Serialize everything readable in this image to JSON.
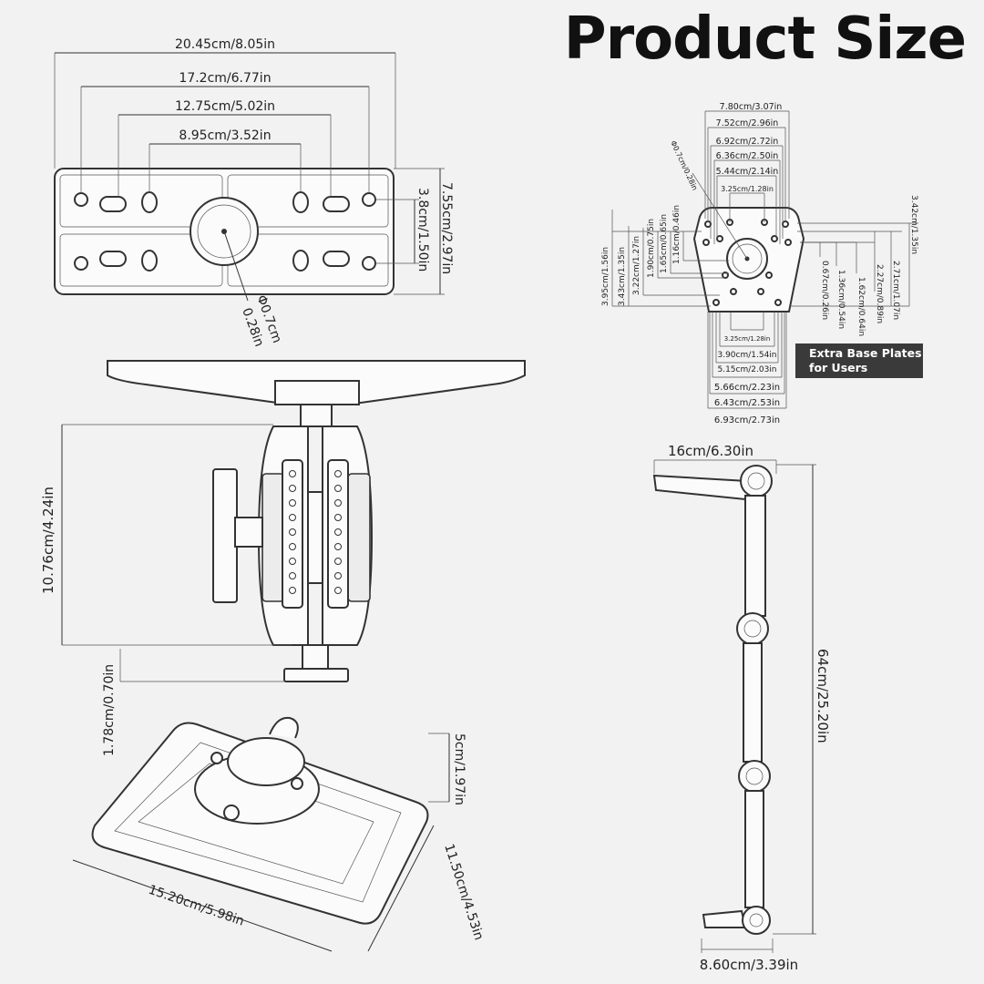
{
  "title": "Product Size",
  "badge": "Extra Base Plates\nfor Users",
  "top_plate": {
    "w1": "20.45cm/8.05in",
    "w2": "17.2cm/6.77in",
    "w3": "12.75cm/5.02in",
    "w4": "8.95cm/3.52in",
    "h1": "7.55cm/2.97in",
    "h2": "3.8cm/1.50in",
    "hole1": "Φ0.7cm",
    "hole2": "0.28in"
  },
  "small_plate": {
    "top": [
      "7.80cm/3.07in",
      "7.52cm/2.96in",
      "6.92cm/2.72in",
      "6.36cm/2.50in",
      "5.44cm/2.14in",
      "3.25cm/1.28in"
    ],
    "hole": "Φ0.7cm/0.28in",
    "left": [
      "3.95cm/1.56in",
      "3.43cm/1.35in",
      "3.22cm/1.27in",
      "1.90cm/0.75in",
      "1.65cm/0.65in",
      "1.16cm/0.46in"
    ],
    "right": [
      "0.67cm/0.26in",
      "1.36cm/0.54in",
      "1.62cm/0.64in",
      "2.27cm/0.89in",
      "2.71cm/1.07in",
      "3.42cm/1.35in"
    ],
    "bottom": [
      "3.25cm/1.28in",
      "3.90cm/1.54in",
      "5.15cm/2.03in",
      "5.66cm/2.23in",
      "6.43cm/2.53in",
      "6.93cm/2.73in"
    ]
  },
  "mount": {
    "height": "10.76cm/4.24in",
    "post": "1.78cm/0.70in"
  },
  "base": {
    "height": "5cm/1.97in",
    "length": "15.20cm/5.98in",
    "width": "11.50cm/4.53in"
  },
  "arm": {
    "width_top": "16cm/6.30in",
    "length": "64cm/25.20in",
    "width_bottom": "8.60cm/3.39in"
  }
}
